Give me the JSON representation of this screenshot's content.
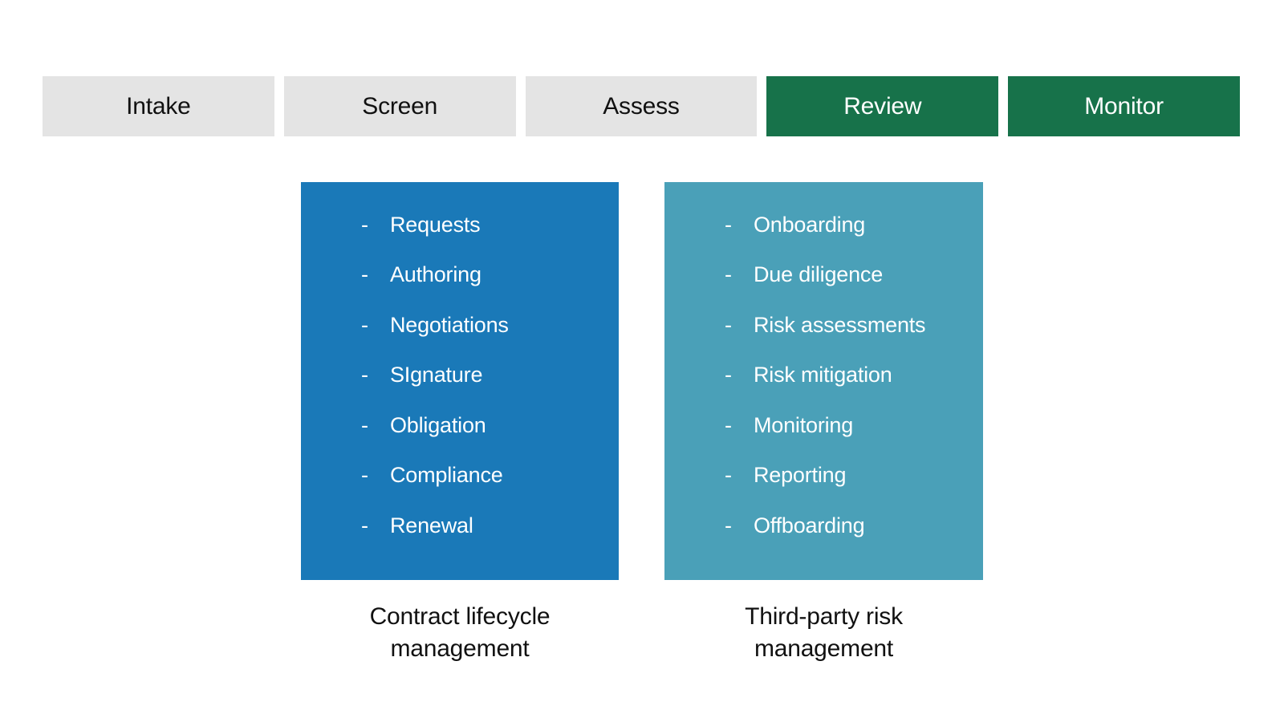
{
  "bullet_char": "-",
  "stages": [
    {
      "label": "Intake",
      "active": false
    },
    {
      "label": "Screen",
      "active": false
    },
    {
      "label": "Assess",
      "active": false
    },
    {
      "label": "Review",
      "active": true
    },
    {
      "label": "Monitor",
      "active": true
    }
  ],
  "panels": [
    {
      "caption": "Contract lifecycle management",
      "items": [
        "Requests",
        "Authoring",
        "Negotiations",
        "SIgnature",
        "Obligation",
        "Compliance",
        "Renewal"
      ]
    },
    {
      "caption": "Third-party risk management",
      "items": [
        "Onboarding",
        "Due diligence",
        "Risk assessments",
        "Risk mitigation",
        "Monitoring",
        "Reporting",
        "Offboarding"
      ]
    }
  ],
  "colors": {
    "page_bg": "#ffffff",
    "stage_inactive_bg": "#e4e4e4",
    "stage_inactive_text": "#111111",
    "stage_active_bg": "#17724a",
    "stage_active_text": "#ffffff",
    "panel_clm_bg": "#1a79b8",
    "panel_tprm_bg": "#4aa0b8",
    "panel_text": "#ffffff",
    "caption_text": "#111111"
  }
}
